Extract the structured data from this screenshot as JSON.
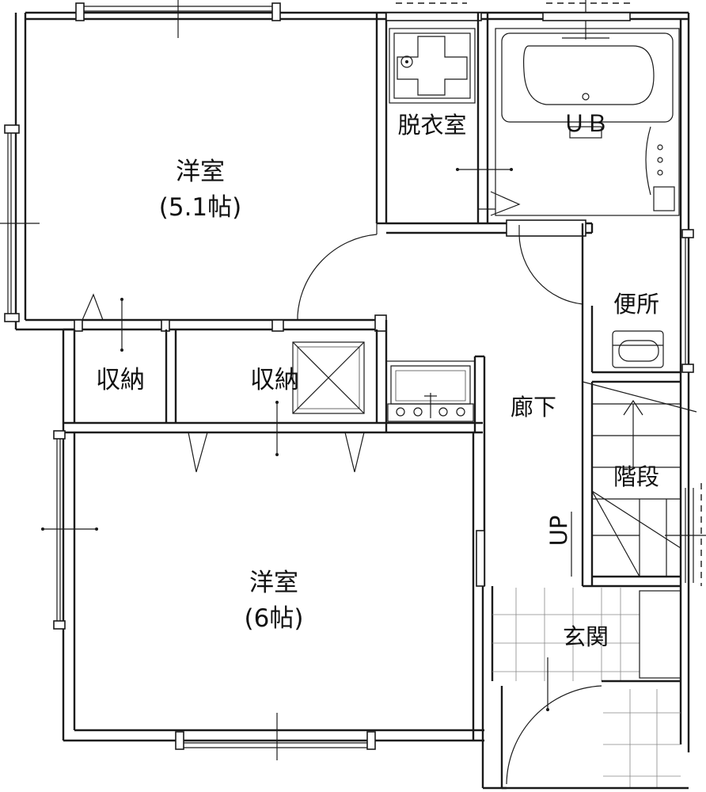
{
  "rooms": {
    "western_room_1": {
      "name": "洋室",
      "size": "(5.1帖)"
    },
    "western_room_2": {
      "name": "洋室",
      "size": "(6帖)"
    },
    "dressing_room": "脱衣室",
    "unit_bath": "ＵＢ",
    "toilet": "便所",
    "storage_left": "収納",
    "storage_mid": "収納",
    "hallway": "廊下",
    "stairs": "階段",
    "stairs_up": "UP",
    "entrance": "玄関"
  }
}
